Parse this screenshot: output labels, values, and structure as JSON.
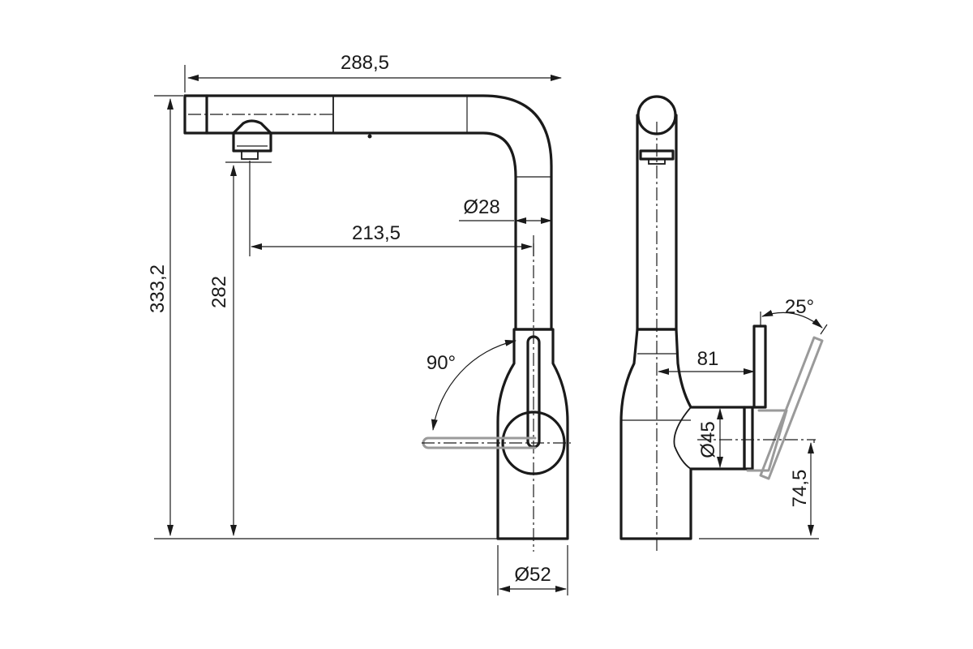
{
  "drawing": {
    "dimensions": {
      "overall_reach": "288,5",
      "total_height": "333,2",
      "spout_height": "282",
      "spout_reach": "213,5",
      "spout_diameter": "Ø28",
      "base_diameter": "Ø52",
      "handle_rotation": "90°",
      "handle_tilt": "25°",
      "body_depth": "81",
      "handle_diameter": "Ø45",
      "handle_height": "74,5"
    }
  }
}
